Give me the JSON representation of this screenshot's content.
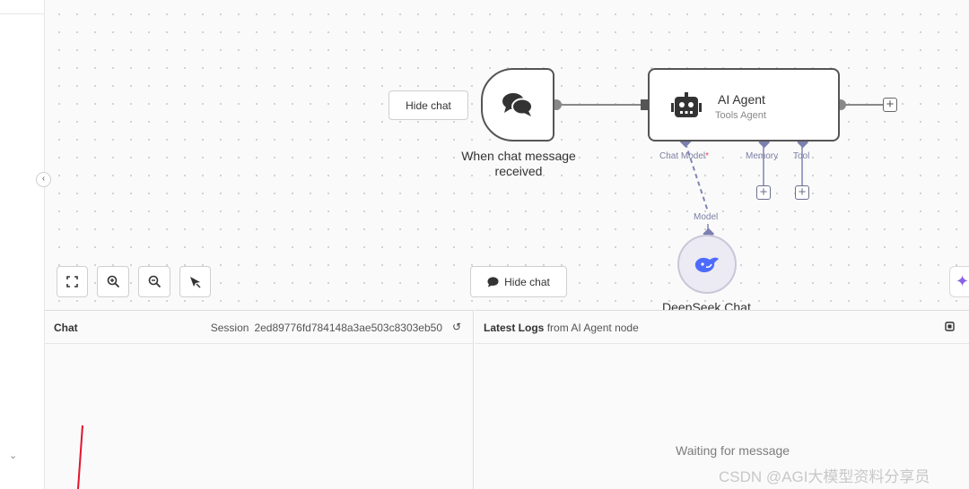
{
  "canvas": {
    "hide_chat_left": "Hide chat",
    "hide_chat_center": "Hide chat",
    "trigger_node": {
      "label": "When chat message received"
    },
    "agent_node": {
      "title": "AI Agent",
      "subtitle": "Tools Agent",
      "handles": {
        "chat_model": "Chat Model",
        "required_mark": "*",
        "memory": "Memory",
        "tool": "Tool"
      }
    },
    "model_label": "Model",
    "deepseek_node": {
      "label": "DeepSeek Chat"
    },
    "controls": {
      "fit_view": "fit-view-icon",
      "zoom_in": "zoom-in-icon",
      "zoom_out": "zoom-out-icon",
      "tidy_up": "broom-icon"
    },
    "colors": {
      "handle": "#7b80b0",
      "node_border": "#555555",
      "required": "#e64a5a",
      "ai_accent": "#8a63e6"
    }
  },
  "chat_panel": {
    "title": "Chat",
    "session_label": "Session",
    "session_id": "2ed89776fd784148a3ae503c8303eb50"
  },
  "logs_panel": {
    "title_bold": "Latest Logs",
    "title_rest": "from AI Agent node",
    "waiting": "Waiting for message"
  },
  "watermark": "CSDN @AGI大模型资料分享员"
}
